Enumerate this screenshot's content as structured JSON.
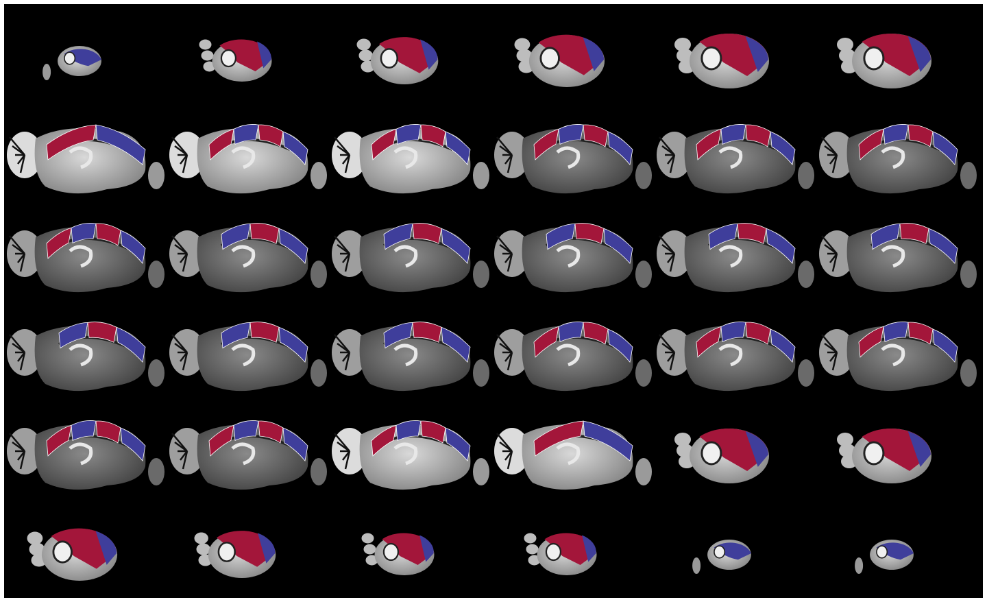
{
  "montage": {
    "rows": 6,
    "cols": 6,
    "colors": {
      "background": "#000000",
      "red_region": "#a3163a",
      "blue_region": "#3f3e9b",
      "tissue_light": "#d9d9d9",
      "tissue_dark": "#5a5a5a"
    },
    "slices": [
      {
        "kind": "lateral",
        "lobe": "a",
        "regions": [
          "B"
        ]
      },
      {
        "kind": "lateral",
        "lobe": "b",
        "regions": [
          "R",
          "B"
        ]
      },
      {
        "kind": "lateral",
        "lobe": "c",
        "regions": [
          "R",
          "B"
        ]
      },
      {
        "kind": "lateral",
        "lobe": "d",
        "regions": [
          "R",
          "B"
        ]
      },
      {
        "kind": "lateral",
        "lobe": "e",
        "regions": [
          "R",
          "B"
        ]
      },
      {
        "kind": "lateral",
        "lobe": "e",
        "regions": [
          "R",
          "B"
        ]
      },
      {
        "kind": "mid",
        "regions": [
          "R",
          "B"
        ]
      },
      {
        "kind": "mid",
        "regions": [
          "R",
          "B",
          "R",
          "B"
        ]
      },
      {
        "kind": "mid",
        "regions": [
          "R",
          "B",
          "R",
          "B"
        ]
      },
      {
        "kind": "medial",
        "regions": [
          "R",
          "B",
          "R",
          "B"
        ]
      },
      {
        "kind": "medial",
        "regions": [
          "R",
          "B",
          "R",
          "B"
        ]
      },
      {
        "kind": "medial",
        "regions": [
          "R",
          "B",
          "R",
          "B"
        ]
      },
      {
        "kind": "center",
        "regions": [
          "R",
          "B",
          "R",
          "B"
        ]
      },
      {
        "kind": "center",
        "regions": [
          "B",
          "R",
          "B"
        ]
      },
      {
        "kind": "center",
        "regions": [
          "B",
          "R",
          "B"
        ]
      },
      {
        "kind": "center",
        "regions": [
          "B",
          "R",
          "B"
        ]
      },
      {
        "kind": "center",
        "regions": [
          "B",
          "R",
          "B"
        ]
      },
      {
        "kind": "center",
        "regions": [
          "B",
          "R",
          "B"
        ]
      },
      {
        "kind": "center",
        "regions": [
          "B",
          "R",
          "B"
        ]
      },
      {
        "kind": "center",
        "regions": [
          "B",
          "R",
          "B"
        ]
      },
      {
        "kind": "center",
        "regions": [
          "B",
          "R",
          "B"
        ]
      },
      {
        "kind": "medial",
        "regions": [
          "R",
          "B",
          "R",
          "B"
        ]
      },
      {
        "kind": "medial",
        "regions": [
          "R",
          "B",
          "R",
          "B"
        ]
      },
      {
        "kind": "medial",
        "regions": [
          "R",
          "B",
          "R",
          "B"
        ]
      },
      {
        "kind": "medial",
        "regions": [
          "R",
          "B",
          "R",
          "B"
        ]
      },
      {
        "kind": "medial",
        "regions": [
          "R",
          "B",
          "R",
          "B"
        ]
      },
      {
        "kind": "mid",
        "regions": [
          "R",
          "B",
          "R",
          "B"
        ]
      },
      {
        "kind": "mid",
        "regions": [
          "R",
          "B"
        ]
      },
      {
        "kind": "lateral",
        "lobe": "e",
        "regions": [
          "R",
          "B"
        ]
      },
      {
        "kind": "lateral",
        "lobe": "e",
        "regions": [
          "R",
          "B"
        ]
      },
      {
        "kind": "lateral",
        "lobe": "d",
        "regions": [
          "R",
          "B"
        ]
      },
      {
        "kind": "lateral",
        "lobe": "c",
        "regions": [
          "R",
          "B"
        ]
      },
      {
        "kind": "lateral",
        "lobe": "b",
        "regions": [
          "R",
          "B"
        ]
      },
      {
        "kind": "lateral",
        "lobe": "b",
        "regions": [
          "R",
          "B"
        ]
      },
      {
        "kind": "lateral",
        "lobe": "a",
        "regions": [
          "B"
        ]
      },
      {
        "kind": "lateral",
        "lobe": "a",
        "regions": [
          "B"
        ]
      }
    ]
  }
}
